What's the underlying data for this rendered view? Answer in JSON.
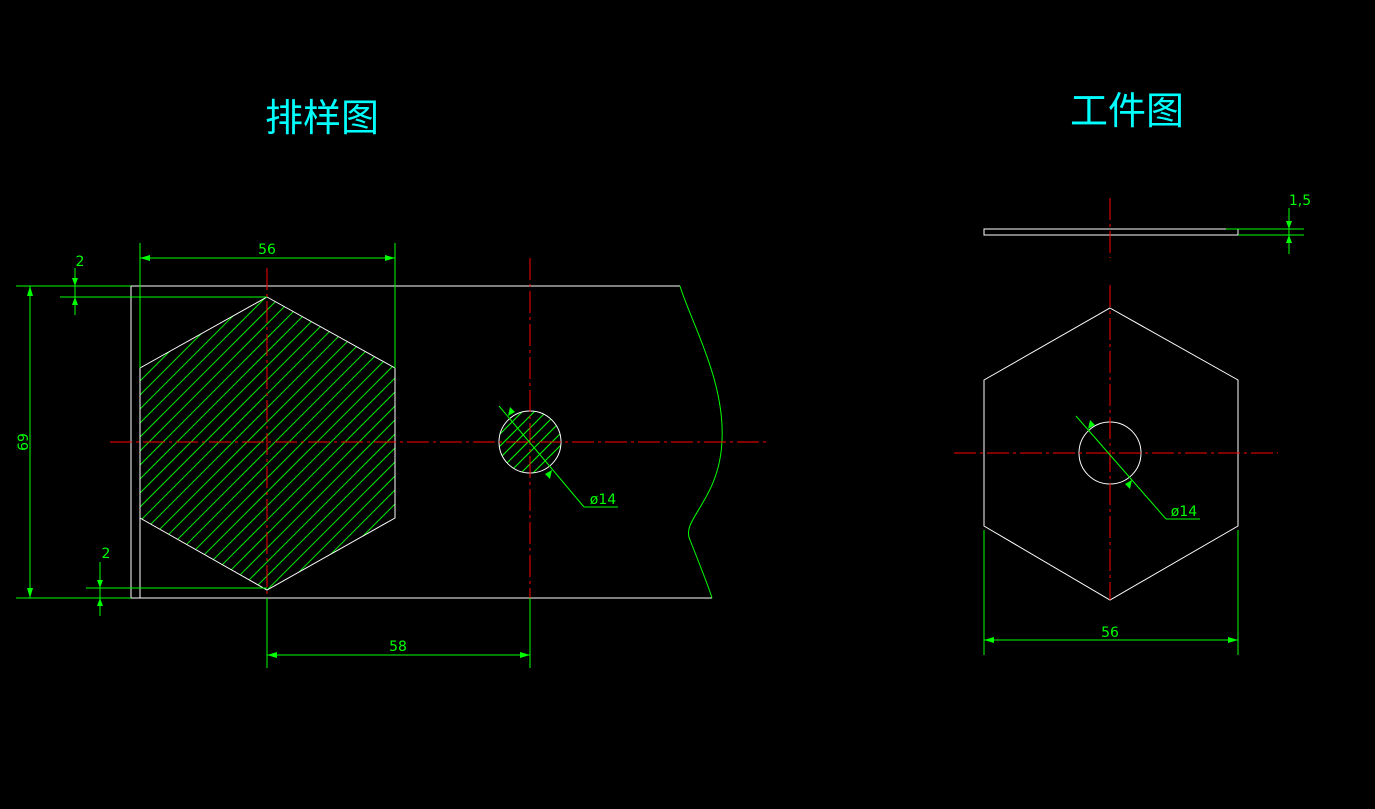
{
  "colors": {
    "background": "#000000",
    "outline": "#ffffff",
    "dimension": "#00ff00",
    "centerline": "#ff0000",
    "title": "#00ffff",
    "hatch": "#00ff00"
  },
  "left_view": {
    "title": "排样图",
    "dims": {
      "top_width": "56",
      "strip_height": "69",
      "gap_top": "2",
      "gap_bottom": "2",
      "pitch": "58",
      "hole_diameter": "ø14"
    }
  },
  "right_view": {
    "title": "工件图",
    "dims": {
      "thickness": "1,5",
      "width": "56",
      "hole_diameter": "ø14"
    }
  }
}
